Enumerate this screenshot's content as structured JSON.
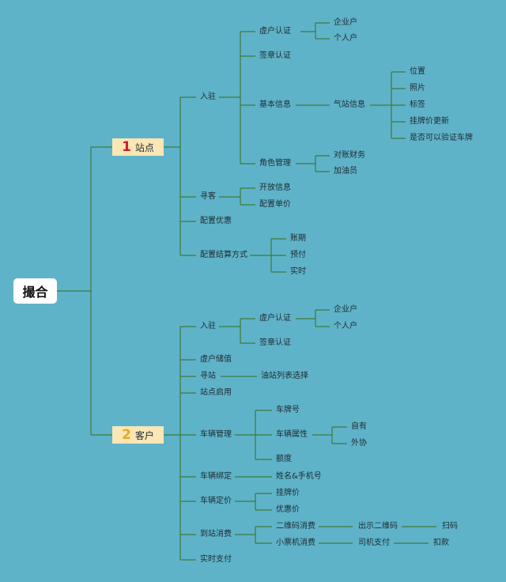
{
  "root": {
    "label": "撮合"
  },
  "station": {
    "number": "1",
    "number_color": "#c8202a",
    "label": "站点",
    "onboard": {
      "label": "入驻",
      "account_auth": {
        "label": "虚户认证",
        "enterprise": "企业户",
        "personal": "个人户"
      },
      "signature_auth": "签章认证",
      "basic_info": {
        "label": "基本信息",
        "gas_info": {
          "label": "气站信息",
          "location": "位置",
          "photo": "照片",
          "tag": "标签",
          "list_price_update": "挂牌价更新",
          "plate_verify": "是否可以验证车牌"
        }
      },
      "role_mgmt": {
        "label": "角色管理",
        "finance": "对账财务",
        "attendant": "加油员"
      }
    },
    "find_customer": {
      "label": "寻客",
      "open_info": "开放信息",
      "unit_price": "配置单价"
    },
    "discount": "配置优惠",
    "settlement": {
      "label": "配置结算方式",
      "credit": "账期",
      "prepaid": "预付",
      "realtime": "实时"
    }
  },
  "customer": {
    "number": "2",
    "number_color": "#e8a820",
    "label": "客户",
    "onboard": {
      "label": "入驻",
      "account_auth": {
        "label": "虚户认证",
        "enterprise": "企业户",
        "personal": "个人户"
      },
      "signature_auth": "签章认证"
    },
    "account_deposit": "虚户储值",
    "find_station": {
      "label": "寻站",
      "list_select": "油站列表选择"
    },
    "station_enable": "站点启用",
    "vehicle_mgmt": {
      "label": "车辆管理",
      "plate": "车牌号",
      "attribute": {
        "label": "车辆属性",
        "own": "自有",
        "outsourced": "外协"
      },
      "quota": "额度"
    },
    "vehicle_bind": {
      "label": "车辆绑定",
      "name_phone": "姓名&手机号"
    },
    "vehicle_pricing": {
      "label": "车辆定价",
      "list_price": "挂牌价",
      "discount_price": "优惠价"
    },
    "station_consume": {
      "label": "到站消费",
      "qr": {
        "label": "二维码消费",
        "show_qr": "出示二维码",
        "scan": "扫码"
      },
      "ticket": {
        "label": "小票机消费",
        "driver_pay": "司机支付",
        "deduct": "扣款"
      }
    },
    "realtime_pay": "实时支付"
  },
  "colors": {
    "background": "#5fb3c9",
    "line": "#3f7a3a",
    "main_node": "#fbe6b5"
  }
}
